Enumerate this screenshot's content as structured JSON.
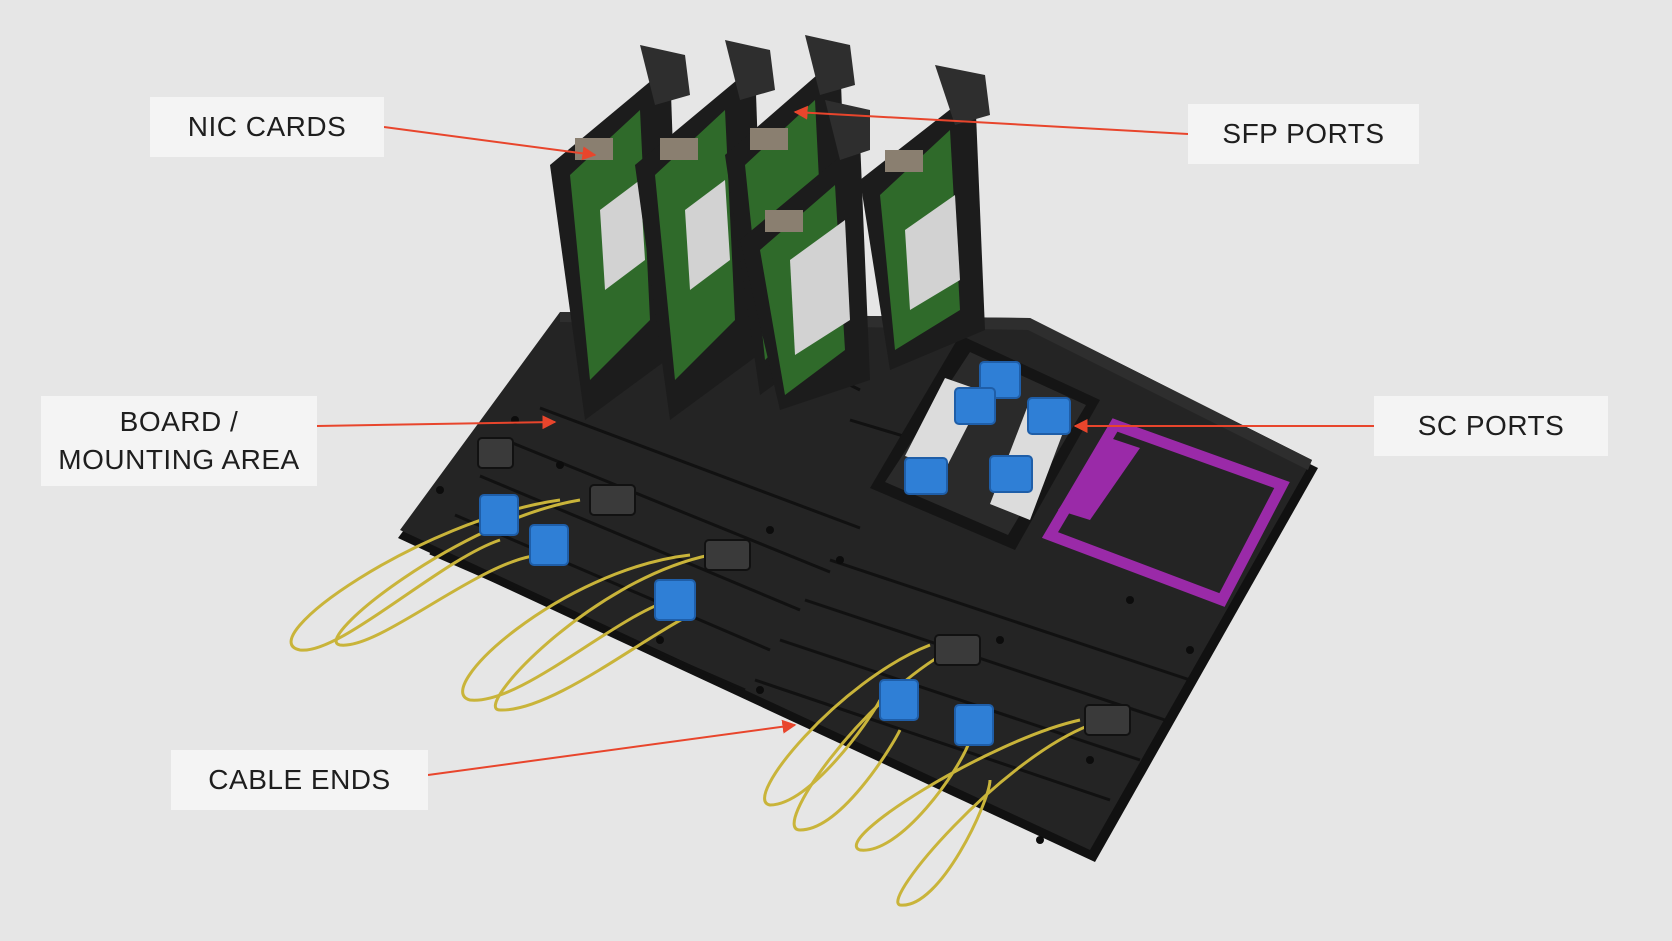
{
  "labels": {
    "nic_cards": "NIC CARDS",
    "sfp_ports": "SFP PORTS",
    "board_line1": "BOARD /",
    "board_line2": "MOUNTING AREA",
    "sc_ports": "SC PORTS",
    "cable_ends": "CABLE ENDS"
  },
  "colors": {
    "background": "#e6e6e6",
    "label_box": "#f4f4f4",
    "arrow": "#e8452c",
    "board": "#222222",
    "board_edge": "#111111",
    "card_body": "#2e2e2e",
    "pcb": "#2f6a2a",
    "heatsink": "#d2d2d2",
    "connector_blue": "#2f7fd6",
    "fiber_yellow": "#c9b43a",
    "tray_purple": "#9a2aa8"
  }
}
